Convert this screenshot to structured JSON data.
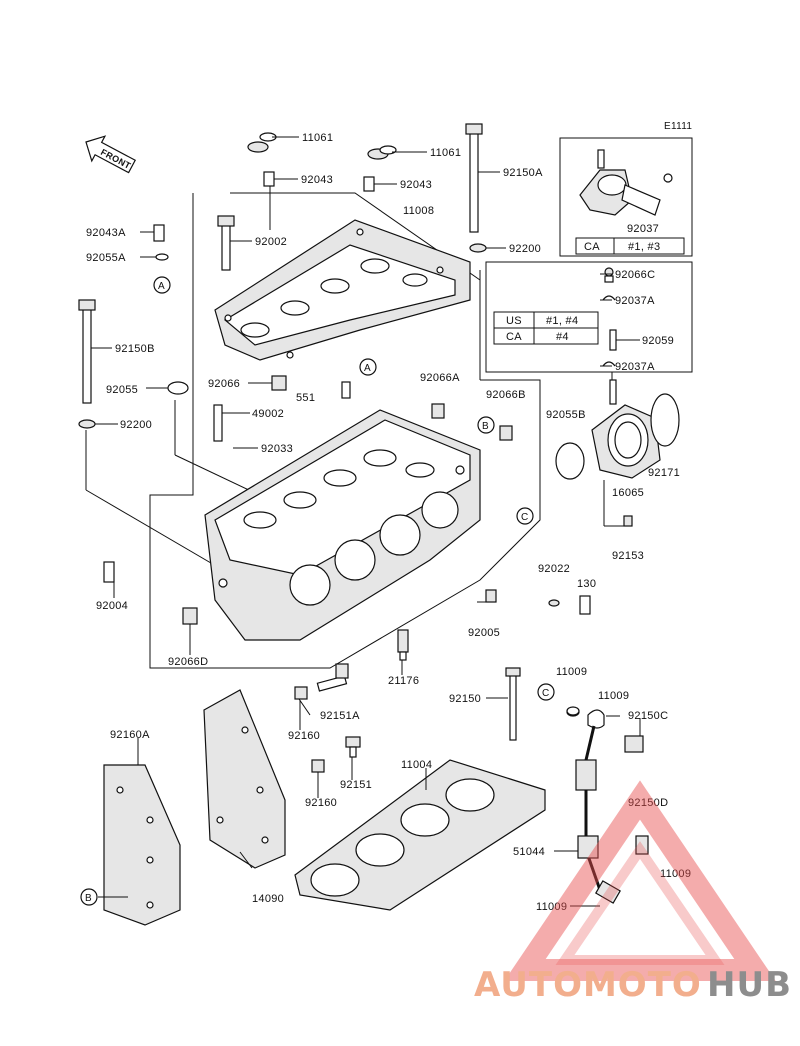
{
  "diagram": {
    "code": "E1111",
    "front_label": "FRONT",
    "callouts": {
      "A": "A",
      "B": "B",
      "C": "C"
    },
    "parts": [
      {
        "id": "p11061a",
        "label": "11061"
      },
      {
        "id": "p11061b",
        "label": "11061"
      },
      {
        "id": "p92043a",
        "label": "92043"
      },
      {
        "id": "p92043b",
        "label": "92043"
      },
      {
        "id": "p11008",
        "label": "11008"
      },
      {
        "id": "p92150A",
        "label": "92150A"
      },
      {
        "id": "p92043A",
        "label": "92043A"
      },
      {
        "id": "p92002",
        "label": "92002"
      },
      {
        "id": "p92055A",
        "label": "92055A"
      },
      {
        "id": "p92200a",
        "label": "92200"
      },
      {
        "id": "p92150B",
        "label": "92150B"
      },
      {
        "id": "p92066",
        "label": "92066"
      },
      {
        "id": "p551",
        "label": "551"
      },
      {
        "id": "p92066A",
        "label": "92066A"
      },
      {
        "id": "p92066B",
        "label": "92066B"
      },
      {
        "id": "p92055",
        "label": "92055"
      },
      {
        "id": "p49002",
        "label": "49002"
      },
      {
        "id": "p92200b",
        "label": "92200"
      },
      {
        "id": "p92033",
        "label": "92033"
      },
      {
        "id": "p92055B",
        "label": "92055B"
      },
      {
        "id": "p92037",
        "label": "92037"
      },
      {
        "id": "p92066C",
        "label": "92066C"
      },
      {
        "id": "p92037Aa",
        "label": "92037A"
      },
      {
        "id": "p92059",
        "label": "92059"
      },
      {
        "id": "p92037Ab",
        "label": "92037A"
      },
      {
        "id": "p92171",
        "label": "92171"
      },
      {
        "id": "p16065",
        "label": "16065"
      },
      {
        "id": "p92153",
        "label": "92153"
      },
      {
        "id": "p92022",
        "label": "92022"
      },
      {
        "id": "p130",
        "label": "130"
      },
      {
        "id": "p92004",
        "label": "92004"
      },
      {
        "id": "p92005",
        "label": "92005"
      },
      {
        "id": "p92066D",
        "label": "92066D"
      },
      {
        "id": "p21176",
        "label": "21176"
      },
      {
        "id": "p11009a",
        "label": "11009"
      },
      {
        "id": "p92150",
        "label": "92150"
      },
      {
        "id": "p11009b",
        "label": "11009"
      },
      {
        "id": "p92151A",
        "label": "92151A"
      },
      {
        "id": "p92150C",
        "label": "92150C"
      },
      {
        "id": "p92160A",
        "label": "92160A"
      },
      {
        "id": "p92160a",
        "label": "92160"
      },
      {
        "id": "p11004",
        "label": "11004"
      },
      {
        "id": "p92151",
        "label": "92151"
      },
      {
        "id": "p92160b",
        "label": "92160"
      },
      {
        "id": "p92150D",
        "label": "92150D"
      },
      {
        "id": "p51044",
        "label": "51044"
      },
      {
        "id": "p11009c",
        "label": "11009"
      },
      {
        "id": "p14090",
        "label": "14090"
      },
      {
        "id": "p11009d",
        "label": "11009"
      }
    ],
    "table1": {
      "rows": [
        [
          "CA",
          "#1, #3"
        ]
      ]
    },
    "table2": {
      "rows": [
        [
          "US",
          "#1, #4"
        ],
        [
          "CA",
          "#4"
        ]
      ]
    }
  },
  "watermark": {
    "part1": "AUTOMOTO",
    "part2": "HUB",
    "color_primary": "#f0a07a",
    "color_secondary": "#7a7a7a",
    "color_triangle": "#e84c4c"
  }
}
